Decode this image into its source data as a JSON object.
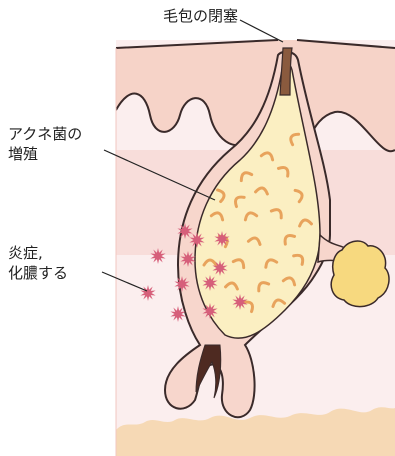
{
  "labels": {
    "pore_blockage": "毛包の閉塞",
    "bacteria_line1": "アクネ菌の",
    "bacteria_line2": "増殖",
    "inflammation_line1": "炎症,",
    "inflammation_line2": "化膿する"
  },
  "colors": {
    "skin_top": "#f6d3c8",
    "skin_pink": "#f0b2b0",
    "skin_deep": "#f4cfc8",
    "dermis": "#fbeeee",
    "follicle_sac": "#fbefc2",
    "follicle_wall": "#f7d6cc",
    "sebaceous_gland": "#f7d97f",
    "bacteria": "#e8a35c",
    "inflammation": "#d65f7a",
    "fat_layer": "#f6d9b5",
    "outline": "#3a2a2a",
    "hair": "#4e2a21"
  },
  "icons": {
    "bacteria_glyph": "curved-rod",
    "inflammation_glyph": "spiky-star"
  }
}
